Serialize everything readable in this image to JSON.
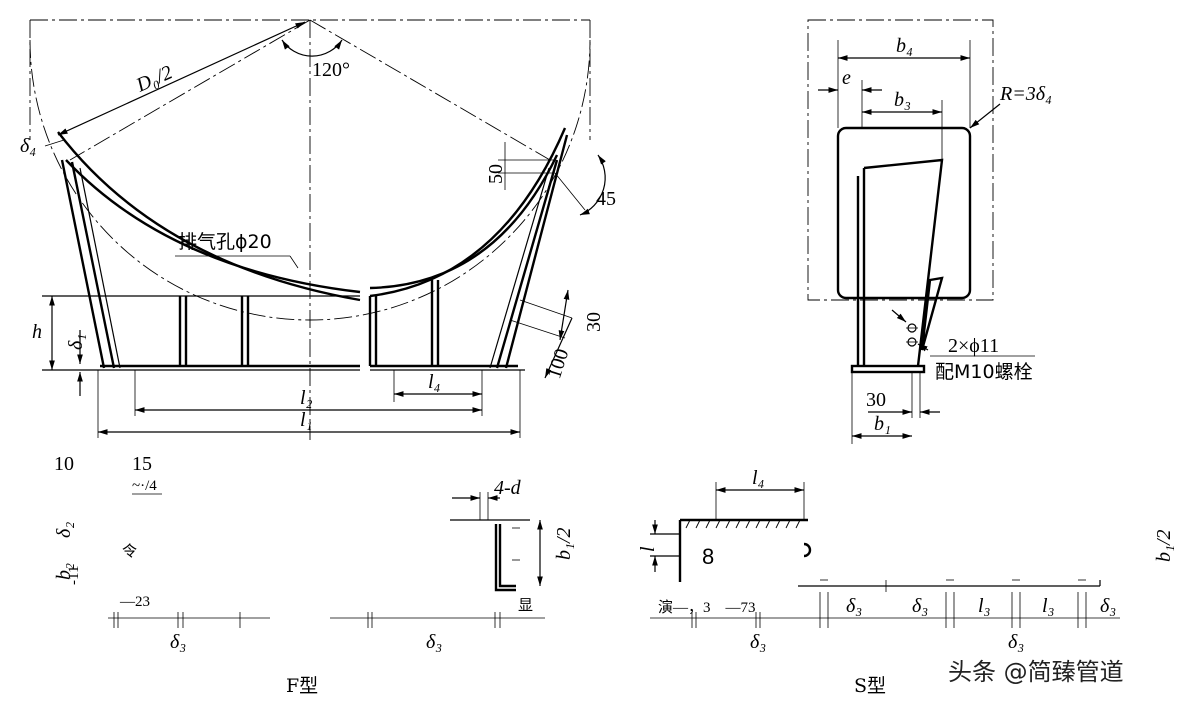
{
  "front_view": {
    "diameter_label": "D₀/2",
    "angle_label": "120°",
    "delta4_label": "δ₄",
    "vent_label": "排气孔ϕ20",
    "dim_50": "50",
    "dim_45": "45",
    "dim_30": "30",
    "dim_100": "100",
    "h_label": "h",
    "delta1_label": "δ₁",
    "l1_label": "l₁",
    "l2_label": "l₂",
    "l4_label": "l₄"
  },
  "side_view": {
    "b4_label": "b₄",
    "e_label": "e",
    "b3_label": "b₃",
    "radius_label": "R=3δ₄",
    "holes_label": "2×ϕ11",
    "bolt_label": "配M10螺栓",
    "dim_30": "30",
    "b1_label": "b₁"
  },
  "f_type": {
    "num_10": "10",
    "num_15": "15",
    "note_4": "~·/4",
    "delta2_label": "δ₂",
    "b2_label": "b₂",
    "b2_sub": "-11",
    "ling": "令",
    "num_23": "—23",
    "dim_4d": "4-d",
    "b1_half": "b₁/2",
    "delta3_a": "δ₃",
    "delta3_b": "δ₃",
    "xian": "显",
    "type_label": "F型"
  },
  "s_type": {
    "l4_label": "l₄",
    "l_label": "l",
    "eight": "8",
    "yan_note": "演—，3　—73",
    "delta3_a": "δ₃",
    "delta3_b": "δ₃",
    "delta3_c": "δ₃",
    "delta3_d": "δ₃",
    "delta3_e": "δ₃",
    "l3_a": "l₃",
    "l3_b": "l₃",
    "b1_half": "b₁/2",
    "type_label": "S型"
  },
  "watermark": {
    "text": "头条 @简臻管道"
  }
}
